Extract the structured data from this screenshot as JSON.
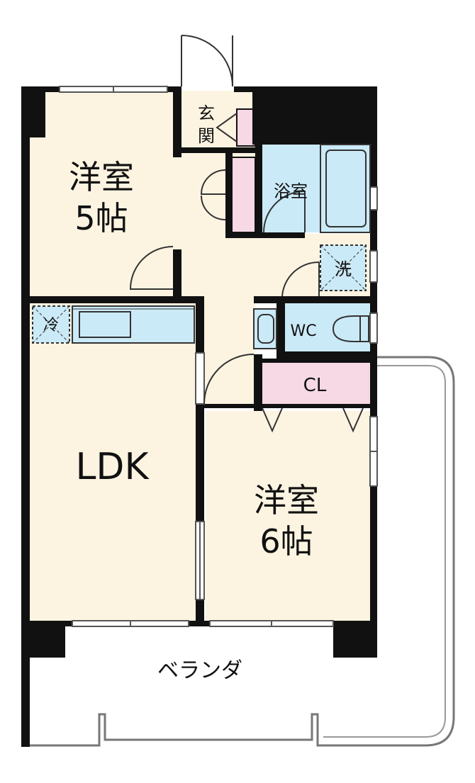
{
  "rooms": {
    "western_5": {
      "name": "洋室",
      "size": "5帖"
    },
    "western_6": {
      "name": "洋室",
      "size": "6帖"
    },
    "ldk": {
      "name": "LDK"
    },
    "bath": {
      "name": "浴室"
    },
    "entrance": {
      "line1": "玄",
      "line2": "関"
    },
    "wc": {
      "name": "WC"
    },
    "closet": {
      "name": "CL"
    },
    "veranda": {
      "name": "ベランダ"
    }
  },
  "symbols": {
    "fridge": "冷",
    "washer": "洗"
  },
  "colors": {
    "floor": "#fcf4e1",
    "wet": "#cbeaf7",
    "storage": "#f6d9e4",
    "wall": "#111111",
    "veranda": "#ffffff"
  }
}
